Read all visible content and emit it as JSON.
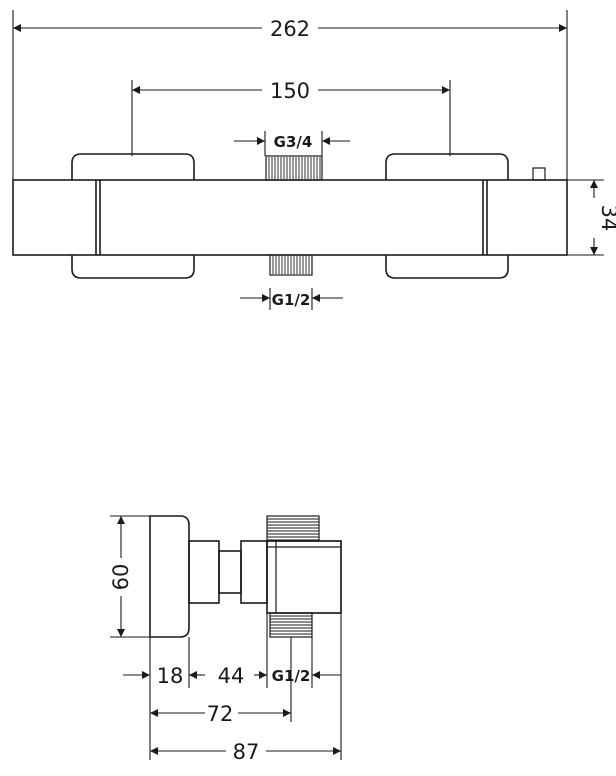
{
  "front_view": {
    "dims": {
      "overall_width": "262",
      "inlet_spacing": "150",
      "body_height": "34",
      "top_thread": "G3/4",
      "bottom_thread": "G1/2"
    }
  },
  "side_view": {
    "dims": {
      "height": "60",
      "d18": "18",
      "d44": "44",
      "thread": "G1/2",
      "d72": "72",
      "d87": "87"
    }
  }
}
